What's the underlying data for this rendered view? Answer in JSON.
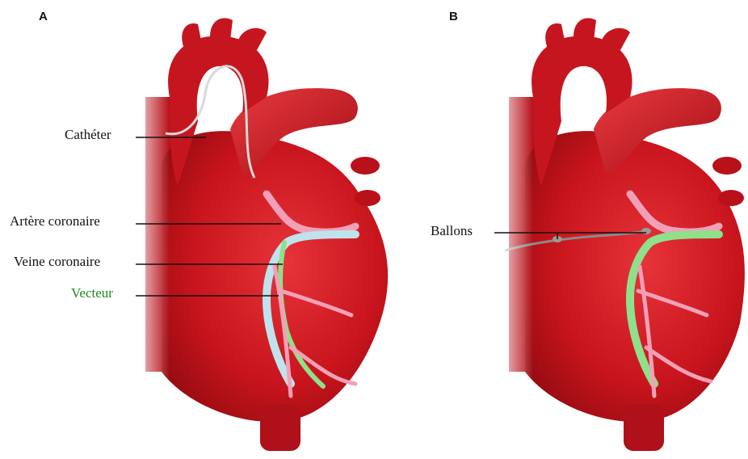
{
  "panels": [
    {
      "letter": "A",
      "labels": [
        {
          "text": "Cathéter",
          "color": "#111111"
        },
        {
          "text": "Artère coronaire",
          "color": "#111111"
        },
        {
          "text": "Veine coronaire",
          "color": "#111111"
        },
        {
          "text": "Vecteur",
          "color": "#1e8a1e"
        }
      ]
    },
    {
      "letter": "B",
      "labels": [
        {
          "text": "Ballons",
          "color": "#111111"
        }
      ]
    }
  ],
  "colors": {
    "heart": "#c8141c",
    "heart_dark": "#8e0a10",
    "heart_light": "#e0383c",
    "artery": "#f2a0b8",
    "vein": "#bfe3ec",
    "vector": "#8fe08a",
    "catheter": "#d9d9d9"
  }
}
